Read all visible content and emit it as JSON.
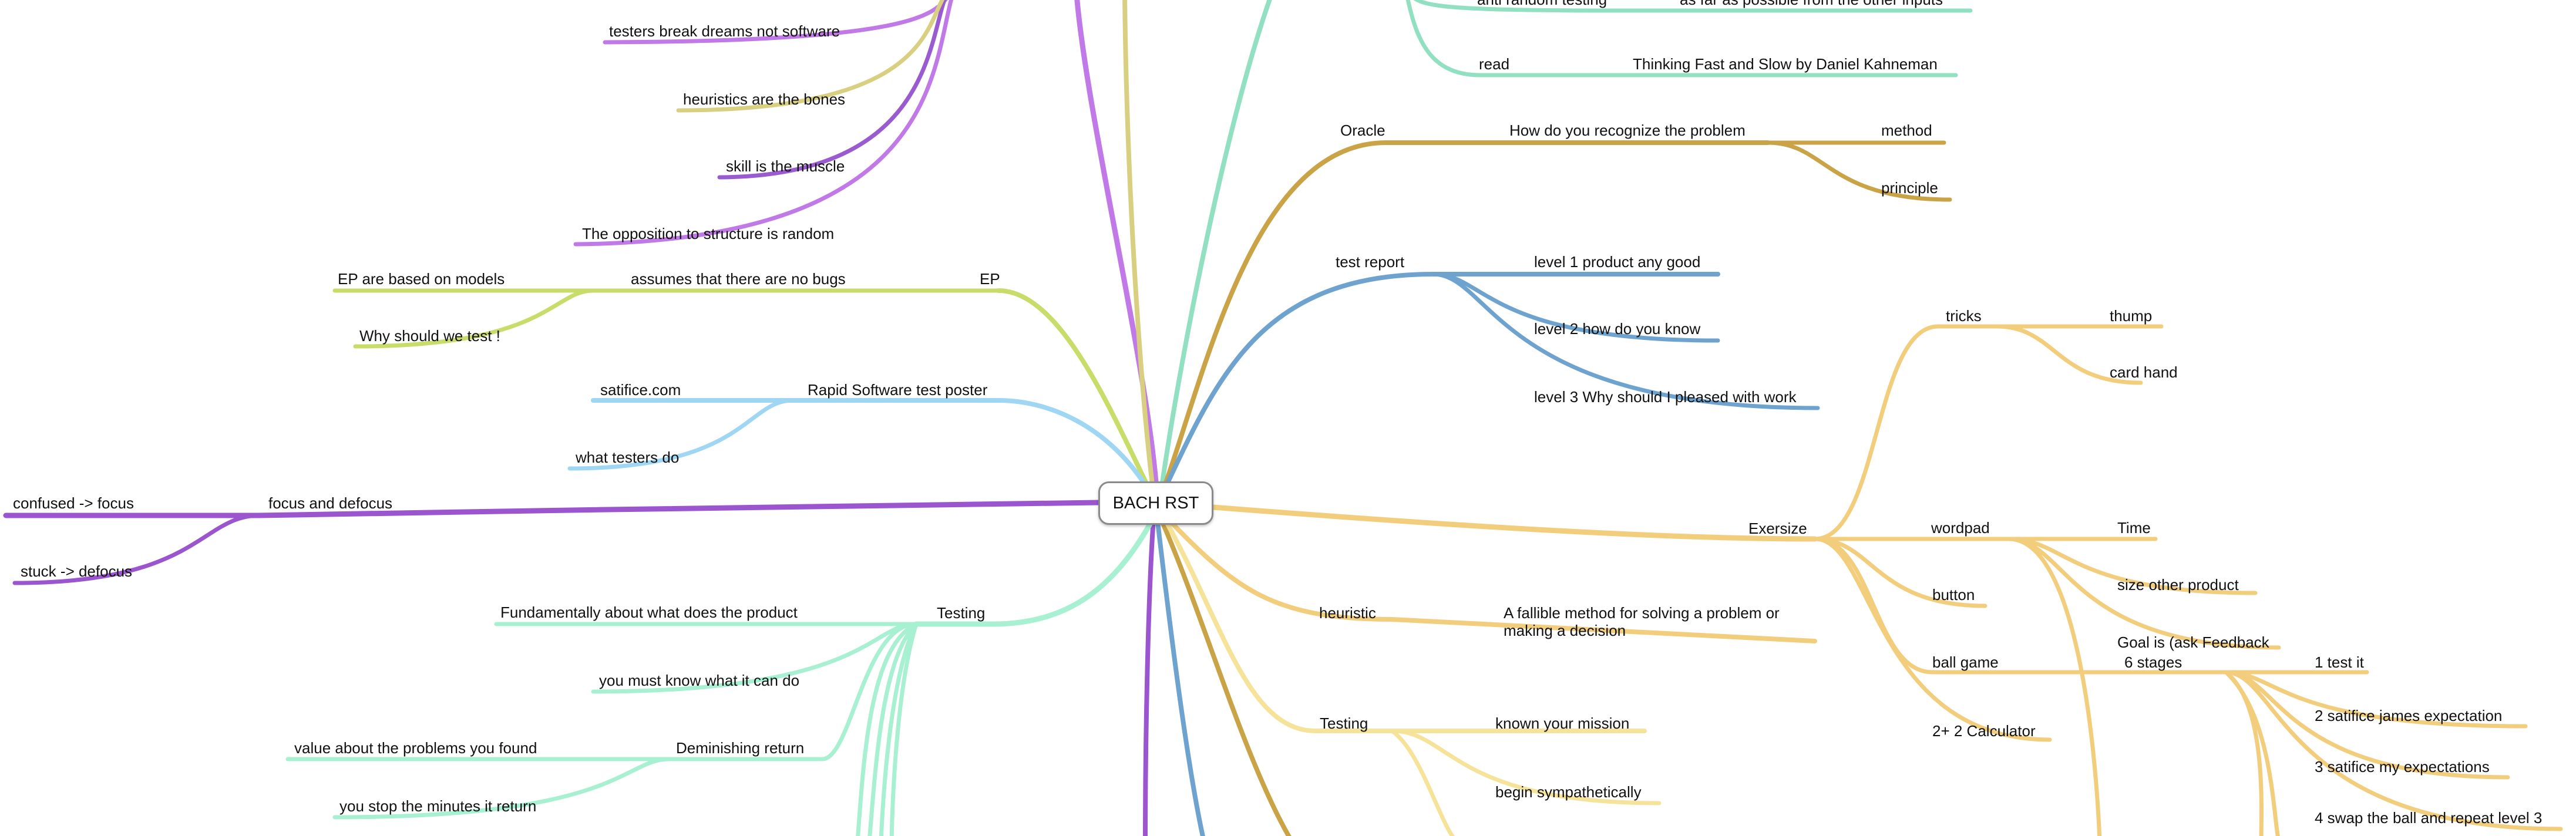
{
  "root": {
    "label": "BACH RST"
  },
  "colors": {
    "purple_light": "#c079e6",
    "purple_dark": "#9a5bd0",
    "olive": "#d8cf80",
    "green_lime": "#c8dc6a",
    "sky": "#9fd6f4",
    "violet": "#9a55cf",
    "mint": "#a8f0d2",
    "teal": "#92e0c2",
    "gold": "#c9a346",
    "steel": "#6ea3cf",
    "orange": "#f2cd7c",
    "yellow": "#f6e39a"
  },
  "nodes": {
    "testers_break_dreams": "testers break dreams not software",
    "heuristics_bones": "heuristics are the bones",
    "skill_muscle": "skill is the muscle",
    "opposition_random": "The opposition to structure is random",
    "ep": "EP",
    "assumes_no_bugs": "assumes that there are no bugs",
    "ep_models": "EP are based on models",
    "why_test": "Why should we test !",
    "rapid_poster": "Rapid Software test poster",
    "satifice_com": "satifice.com",
    "what_testers_do": "what testers do",
    "focus_defocus": "focus and defocus",
    "confused_focus": "confused -> focus",
    "stuck_defocus": "stuck -> defocus",
    "testing_left": "Testing",
    "fundamentally": "Fundamentally about what does the product",
    "must_know": "you must know what it can do",
    "deminishing": "Deminishing return",
    "value_problems": "value about the problems you found",
    "stop_minutes": "you stop the minutes it return",
    "anti_random": "anti random testing",
    "as_far": "as far as possible from the other inputs",
    "read": "read",
    "thinking_fast": "Thinking Fast and Slow by Daniel Kahneman",
    "oracle": "Oracle",
    "recognize_problem": "How do you recognize the problem",
    "method": "method",
    "principle": "principle",
    "test_report": "test report",
    "level1": "level 1 product any good",
    "level2": "level 2 how do you know",
    "level3": "level 3 Why should I pleased with work",
    "exersize": "Exersize",
    "tricks": "tricks",
    "thump": "thump",
    "card_hand": "card hand",
    "wordpad": "wordpad",
    "time": "Time",
    "size_other": "size other product",
    "goal_feedback": "Goal is (ask Feedback",
    "button": "button",
    "ball_game": "ball game",
    "six_stages": "6 stages",
    "test_it": "1 test it",
    "satifice_james": "2 satifice james expectation",
    "satifice_my": "3 satifice my expectations",
    "swap_ball": "4 swap the ball and repeat level 3",
    "calculator": "2+ 2 Calculator",
    "heuristic": "heuristic",
    "fallible": "A fallible method for solving a problem or making a decision",
    "testing_right": "Testing",
    "known_mission": "known your mission",
    "begin_symp": "begin sympathetically"
  }
}
